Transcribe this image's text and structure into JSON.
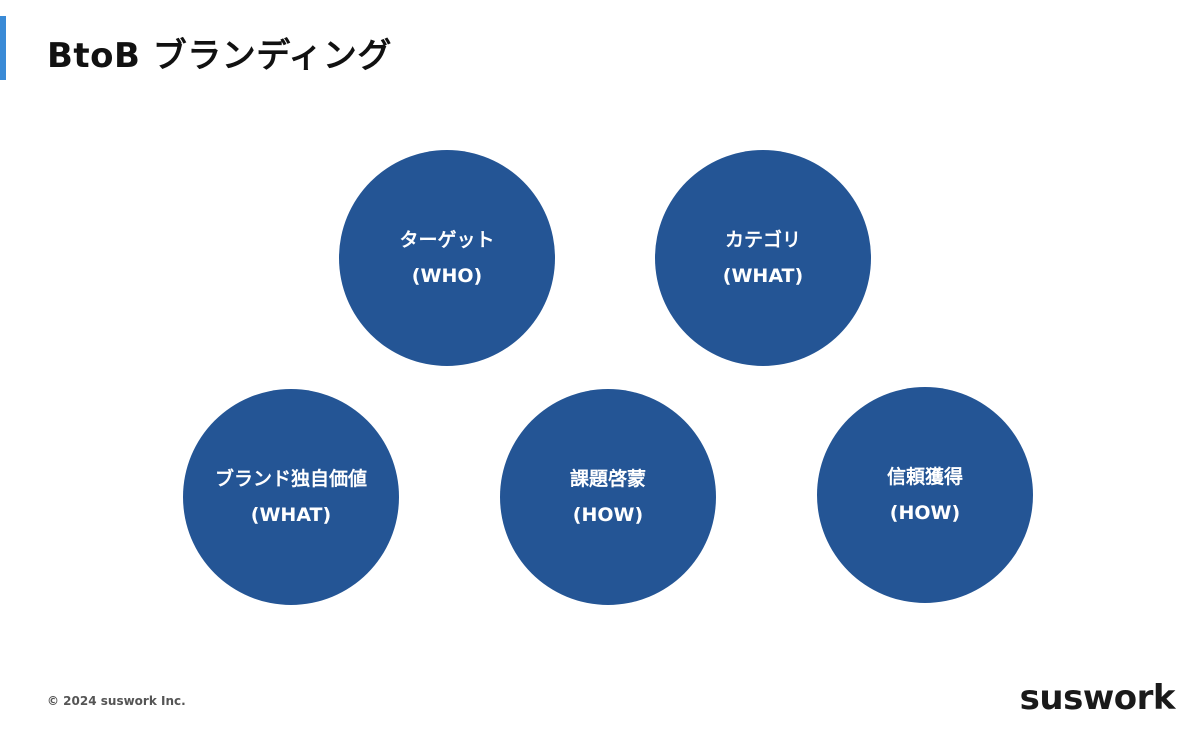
{
  "slide": {
    "title": "BtoB ブランディング"
  },
  "circles": [
    {
      "label": "ターゲット",
      "sub": "(WHO)"
    },
    {
      "label": "カテゴリ",
      "sub": "(WHAT)"
    },
    {
      "label": "ブランド独自価値",
      "sub": "(WHAT)"
    },
    {
      "label": "課題啓蒙",
      "sub": "(HOW)"
    },
    {
      "label": "信頼獲得",
      "sub": "(HOW)"
    }
  ],
  "footer": {
    "copyright": "© 2024 suswork Inc.",
    "logo_text": "suswork"
  },
  "colors": {
    "accent_bar": "#3a8ad6",
    "circle_fill": "#245595",
    "circle_text": "#ffffff"
  }
}
